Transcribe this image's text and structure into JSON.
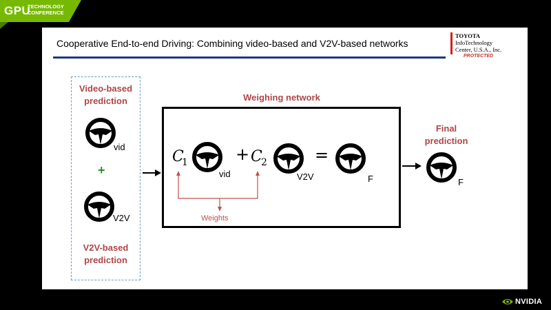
{
  "conference": {
    "brand": "GPU",
    "line1": "TECHNOLOGY",
    "line2": "CONFERENCE",
    "accent": "#76b900"
  },
  "slide": {
    "title": "Cooperative End-to-end Driving: Combining video-based and V2V-based networks",
    "logo": {
      "name": "TOYOTA",
      "line1": "InfoTechnology",
      "line2": "Center, U.S.A., Inc.",
      "protected": "PROTECTED"
    },
    "inputs": {
      "video_label_1": "Video-based",
      "video_label_2": "prediction",
      "video_sub": "vid",
      "plus": "+",
      "v2v_sub": "V2V",
      "v2v_label_1": "V2V-based",
      "v2v_label_2": "prediction"
    },
    "network": {
      "title": "Weighing network",
      "c1": "C",
      "c1_sub": "1",
      "vid_sub": "vid",
      "plus": "+",
      "c2": "C",
      "c2_sub": "2",
      "v2v_sub": "V2V",
      "equals": "=",
      "f_sub": "F",
      "weights": "Weights"
    },
    "output": {
      "label_1": "Final",
      "label_2": "prediction",
      "sub": "F"
    }
  },
  "footer": {
    "brand": "NVIDIA"
  },
  "colors": {
    "label_red": "#b04545",
    "weights_red": "#c0504d",
    "plus_green": "#2e8b2e",
    "rule_blue": "#1f3a7a"
  },
  "icons": [
    "steering-wheel-icon",
    "nvidia-eye-icon"
  ]
}
